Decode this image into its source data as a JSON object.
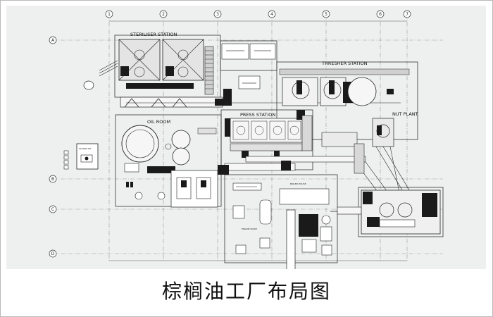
{
  "caption": "棕榈油工厂布局图",
  "stations": {
    "steriliser": "STERILISER STATION",
    "thresher": "THRESHER STATION",
    "nut_plant": "NUT PLANT",
    "press": "PRESS STATION",
    "oil_room": "OIL ROOM",
    "boiler_house": "BOILER HOUSE",
    "engine_room": "ENGINE ROOM",
    "sludge_pit": "SLUDGE PIT"
  },
  "grid": {
    "columns": [
      "1",
      "2",
      "3",
      "4",
      "5",
      "6",
      "7"
    ],
    "rows": [
      "A",
      "B",
      "C",
      "D"
    ]
  }
}
